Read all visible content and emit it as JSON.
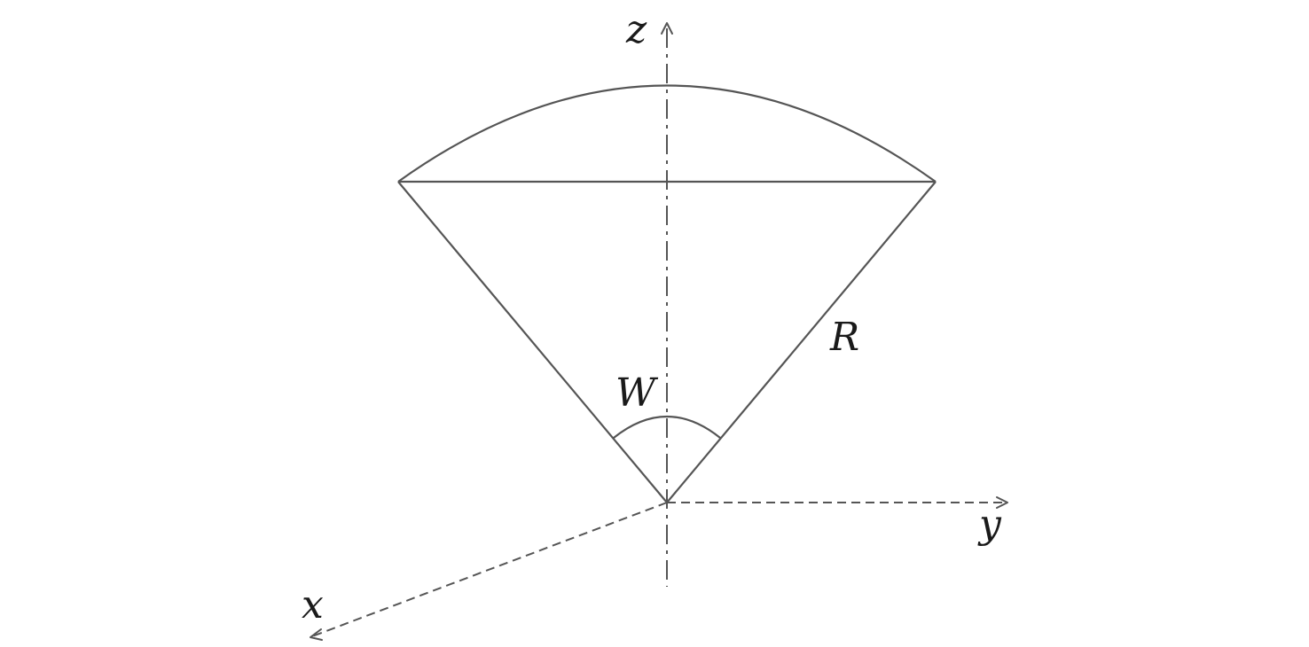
{
  "labels": {
    "z_axis": "z",
    "y_axis": "y",
    "x_axis": "x",
    "radius": "R",
    "angle": "W"
  },
  "colors": {
    "stroke": "#555555",
    "text": "#1a1a1a",
    "background": "#ffffff"
  }
}
